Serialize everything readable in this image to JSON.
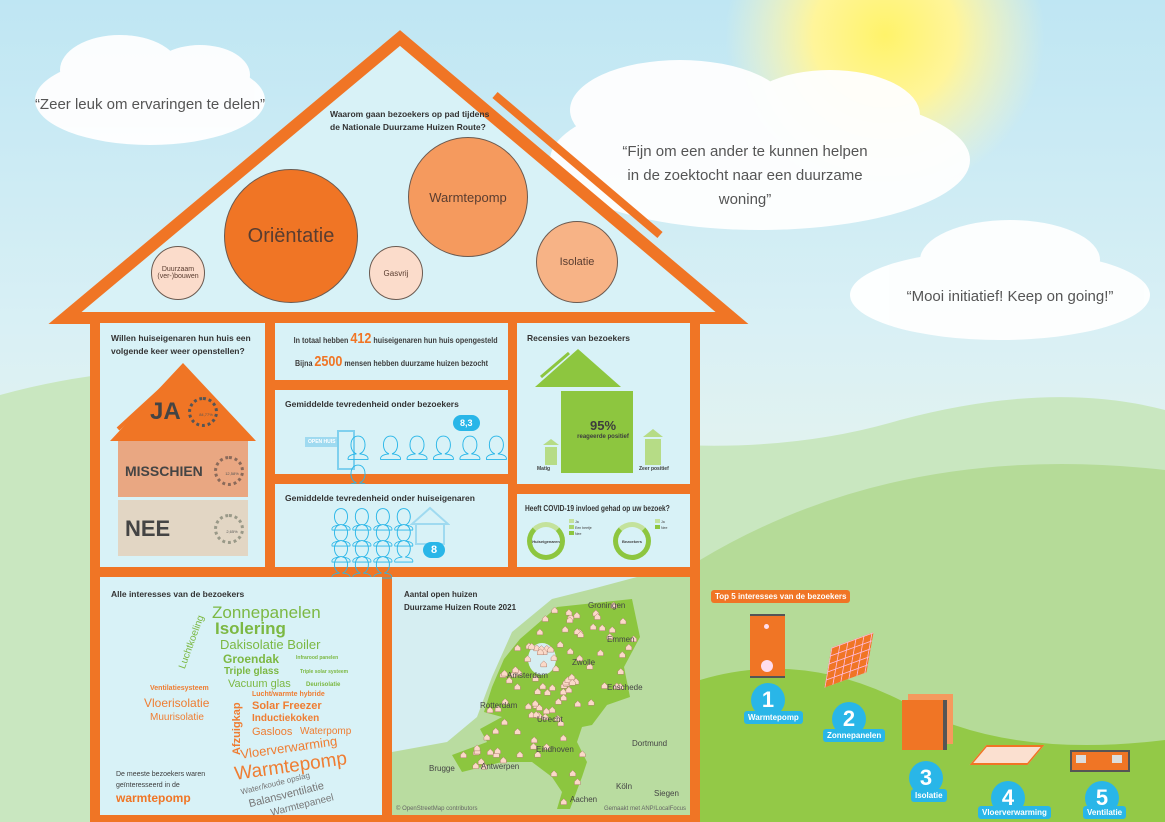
{
  "quotes": [
    "“Zeer leuk om ervaringen te delen”",
    "“Fijn om een ander te kunnen helpen in de zoektocht naar een duurzame woning”",
    "“Mooi initiatief! Keep on going!”"
  ],
  "roof": {
    "title_line1": "Waarom gaan bezoekers op pad tijdens",
    "title_line2": "de Nationale Duurzame Huizen Route?",
    "bubbles": [
      "Oriëntatie",
      "Warmtepomp",
      "Isolatie",
      "Gasvrij",
      "Duurzaam (ver-)bouwen"
    ]
  },
  "reopen": {
    "title": "Willen huiseigenaren hun huis een volgende keer weer openstellen?",
    "answers": [
      {
        "label": "JA",
        "percent": "84,77%"
      },
      {
        "label": "MISSCHIEN",
        "percent": "12,58%"
      },
      {
        "label": "NEE",
        "percent": "2,65%"
      }
    ]
  },
  "totals": {
    "line1_pre": "In totaal hebben",
    "line1_num": "412",
    "line1_post": "huiseigenaren hun huis opengesteld",
    "line2_pre": "Bijna",
    "line2_num": "2500",
    "line2_post": "mensen hebben duurzame huizen bezocht"
  },
  "visitor_satisfaction": {
    "title": "Gemiddelde tevredenheid onder bezoekers",
    "score": "8,3",
    "sign": "OPEN HUIS"
  },
  "owner_satisfaction": {
    "title": "Gemiddelde tevredenheid onder huiseigenaren",
    "score": "8"
  },
  "reviews": {
    "title": "Recensies van bezoekers",
    "percent": "95%",
    "caption": "reageerde positief",
    "left": "Matig",
    "right": "Zeer positief"
  },
  "covid": {
    "title": "Heeft COVID-19 invloed gehad op uw bezoek?",
    "owners": {
      "label": "Huiseigenaren",
      "legend": [
        "Ja",
        "Een beetje",
        "Nee"
      ]
    },
    "visitors": {
      "label": "Bezoekers",
      "legend": [
        "Ja",
        "Nee"
      ]
    }
  },
  "interests": {
    "title": "Alle interesses van de bezoekers",
    "words": [
      "Zonnepanelen",
      "Isolering",
      "Dakisolatie Boiler",
      "Groendak",
      "Infrarood panelen",
      "Triple glass",
      "Triple solar systeem",
      "Vacuum glas",
      "Deurisolatie",
      "Lucht/warmte hybride",
      "Luchtkoeling",
      "Ventilatiesysteem",
      "Vloerisolatie",
      "Muurisolatie",
      "Afzuigkap",
      "Solar Freezer",
      "Inductiekoken",
      "Gasloos",
      "Waterpomp",
      "Vloerverwarming",
      "Warmtepomp",
      "Water/koude opslag",
      "Balansventilatie",
      "Warmtepaneel"
    ],
    "summary_line1": "De meeste bezoekers waren",
    "summary_line2": "geïnteresseerd in de",
    "summary_highlight": "warmtepomp"
  },
  "map": {
    "title_line1": "Aantal open huizen",
    "title_line2": "Duurzame Huizen Route 2021",
    "cities": [
      "Groningen",
      "Emmen",
      "Zwolle",
      "Amsterdam",
      "Enschede",
      "Rotterdam",
      "Utrecht",
      "Eindhoven",
      "Dortmund",
      "Brugge",
      "Antwerpen",
      "Köln",
      "Siegen",
      "Aachen"
    ],
    "credit_left": "© OpenStreetMap contributors",
    "credit_right": "Gemaakt met ANP/LocalFocus"
  },
  "top5": {
    "title": "Top 5 interesses van de bezoekers",
    "items": [
      {
        "rank": "1",
        "label": "Warmtepomp"
      },
      {
        "rank": "2",
        "label": "Zonnepanelen"
      },
      {
        "rank": "3",
        "label": "Isolatie"
      },
      {
        "rank": "4",
        "label": "Vloerverwarming"
      },
      {
        "rank": "5",
        "label": "Ventilatie"
      }
    ]
  },
  "colors": {
    "orange": "#f07525",
    "light_blue": "#d8f2f7",
    "green": "#8dc63f",
    "blue": "#29b6e8"
  }
}
